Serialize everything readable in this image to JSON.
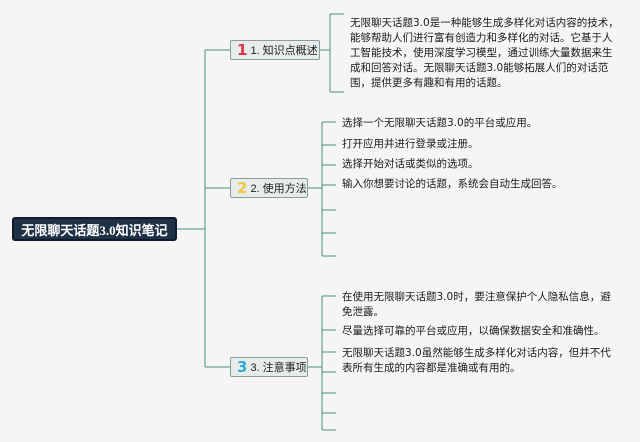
{
  "root": {
    "title": "无限聊天话题3.0知识笔记"
  },
  "branches": [
    {
      "number": "1",
      "label": "1. 知识点概述",
      "leaves": [
        "无限聊天话题3.0是一种能够生成多样化对话内容的技术，能够帮助人们进行富有创造力和多样化的对话。它基于人工智能技术，使用深度学习模型，通过训练大量数据来生成和回答对话。无限聊天话题3.0能够拓展人们的对话范围，提供更多有趣和有用的话题。"
      ]
    },
    {
      "number": "2",
      "label": "2. 使用方法",
      "leaves": [
        "选择一个无限聊天话题3.0的平台或应用。",
        "打开应用并进行登录或注册。",
        "选择开始对话或类似的选项。",
        "输入你想要讨论的话题，系统会自动生成回答。"
      ]
    },
    {
      "number": "3",
      "label": "3. 注意事项",
      "leaves": [
        "在使用无限聊天话题3.0时，要注意保护个人隐私信息，避免泄露。",
        "尽量选择可靠的平台或应用，以确保数据安全和准确性。",
        "无限聊天话题3.0虽然能够生成多样化对话内容，但并不代表所有生成的内容都是准确或有用的。"
      ]
    }
  ],
  "colors": {
    "root_bg": "#1f3147",
    "connector": "#4a8c86",
    "branch1_number": "#e03048",
    "branch2_number": "#f2c744",
    "branch3_number": "#35a8d6"
  }
}
